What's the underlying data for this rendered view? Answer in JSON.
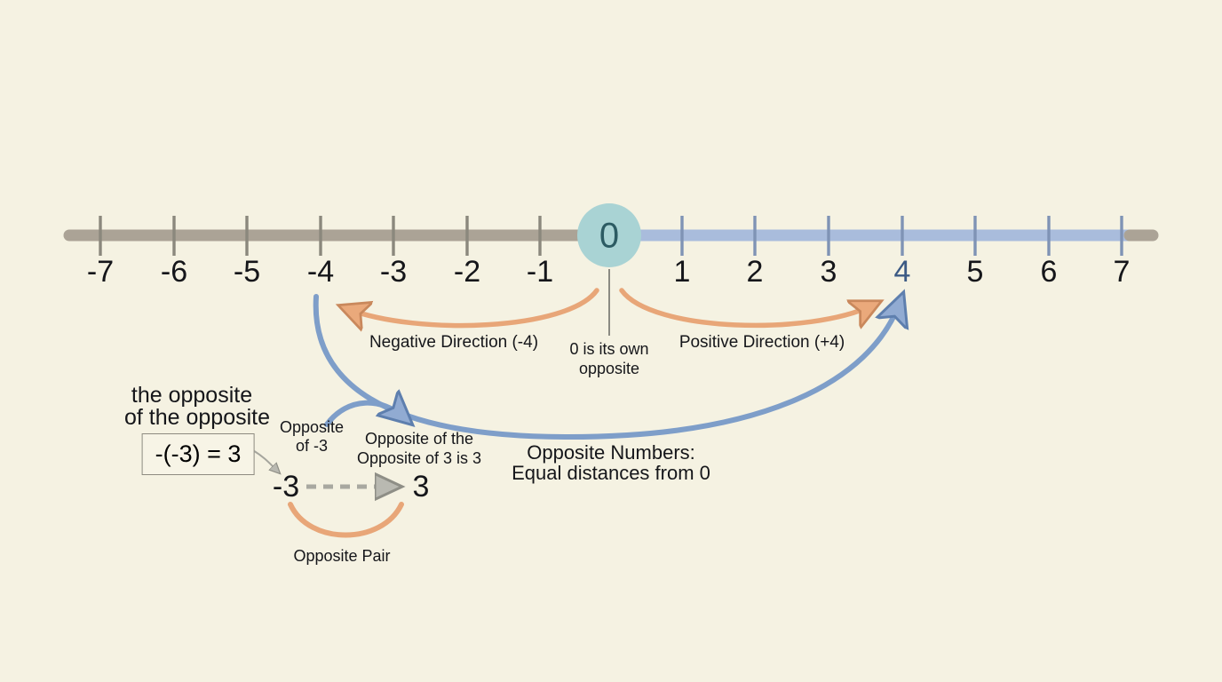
{
  "background_color": "#f5f2e2",
  "colors": {
    "negative_line": "#aba396",
    "positive_line": "#a9bcdc",
    "zero_circle": "#a9d3d4",
    "zero_text": "#2c5b63",
    "orange_arc": "#e8a678",
    "blue_arc": "#7e9ec9",
    "dashed_gray": "#9b9b93",
    "text": "#15161a",
    "highlight_text": "#3c5a84"
  },
  "number_line": {
    "ticks": [
      {
        "label": "-7",
        "value": -7,
        "highlight": false
      },
      {
        "label": "-6",
        "value": -6,
        "highlight": false
      },
      {
        "label": "-5",
        "value": -5,
        "highlight": false
      },
      {
        "label": "-4",
        "value": -4,
        "highlight": false
      },
      {
        "label": "-3",
        "value": -3,
        "highlight": false
      },
      {
        "label": "-2",
        "value": -2,
        "highlight": false
      },
      {
        "label": "-1",
        "value": -1,
        "highlight": false
      },
      {
        "label": "1",
        "value": 1,
        "highlight": false
      },
      {
        "label": "2",
        "value": 2,
        "highlight": false
      },
      {
        "label": "3",
        "value": 3,
        "highlight": false
      },
      {
        "label": "4",
        "value": 4,
        "highlight": true
      },
      {
        "label": "5",
        "value": 5,
        "highlight": false
      },
      {
        "label": "6",
        "value": 6,
        "highlight": false
      },
      {
        "label": "7",
        "value": 7,
        "highlight": false
      }
    ],
    "origin_label": "0"
  },
  "annotations": {
    "negative_direction": "Negative Direction (-4)",
    "positive_direction": "Positive Direction (+4)",
    "zero_note_line1": "0 is its own",
    "zero_note_line2": "opposite",
    "opposite_numbers_line1": "Opposite Numbers:",
    "opposite_numbers_line2": "Equal distances from 0",
    "headline_line1": "the opposite",
    "headline_line2": "of the opposite",
    "equation": "-(-3) = 3",
    "opposite_of_neg3_line1": "Opposite",
    "opposite_of_neg3_line2": "of -3",
    "opposite_of_opposite_line1": "Opposite of the",
    "opposite_of_opposite_line2": "Opposite of 3 is 3",
    "pair_left": "-3",
    "pair_right": "3",
    "opposite_pair": "Opposite Pair"
  }
}
